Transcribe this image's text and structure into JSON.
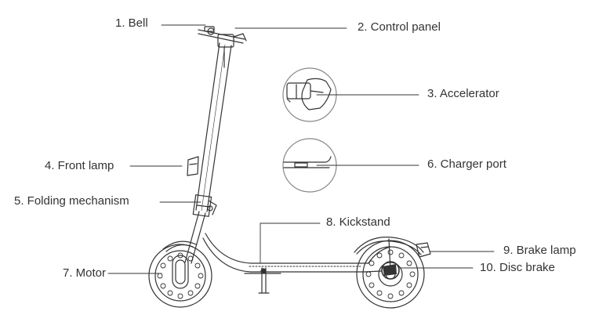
{
  "labels": {
    "bell": "1. Bell",
    "control_panel": "2. Control panel",
    "accelerator": "3. Accelerator",
    "front_lamp": "4. Front lamp",
    "folding_mechanism": "5. Folding mechanism",
    "charger_port": "6. Charger port",
    "motor": "7. Motor",
    "kickstand": "8. Kickstand",
    "brake_lamp": "9. Brake lamp",
    "disc_brake": "10. Disc brake"
  },
  "colors": {
    "line": "#333333",
    "text": "#333333",
    "detail_circle": "#888888"
  }
}
